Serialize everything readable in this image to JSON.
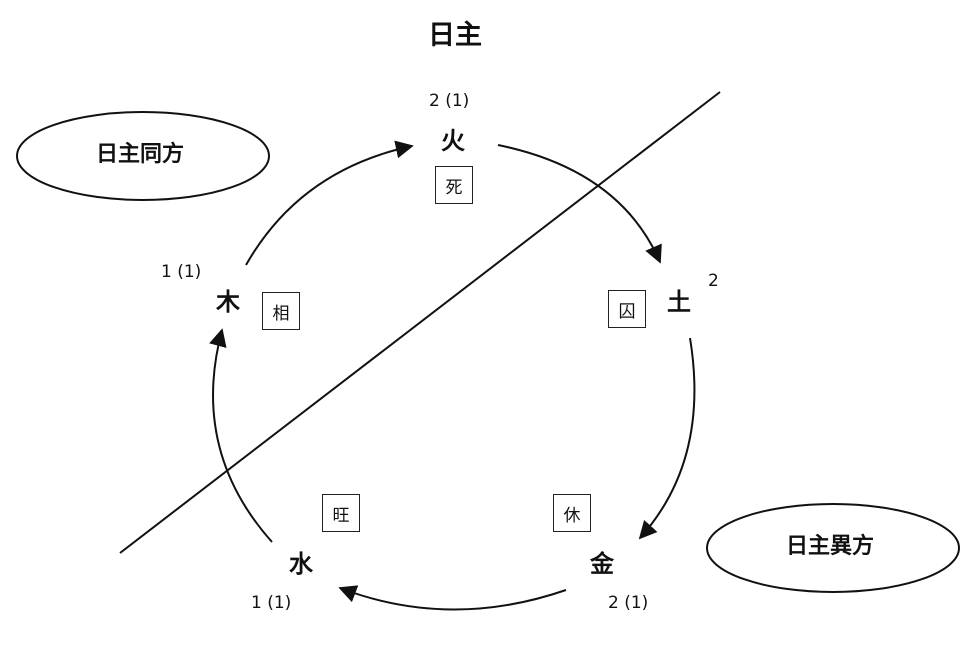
{
  "title": "日主",
  "groups": {
    "same": "日主同方",
    "different": "日主異方"
  },
  "elements": {
    "fire": {
      "name": "火",
      "count": "2 (1)",
      "state": "死"
    },
    "earth": {
      "name": "土",
      "count": "2",
      "state": "囚"
    },
    "metal": {
      "name": "金",
      "count": "2 (1)",
      "state": "休"
    },
    "water": {
      "name": "水",
      "count": "1 (1)",
      "state": "旺"
    },
    "wood": {
      "name": "木",
      "count": "1 (1)",
      "state": "相"
    }
  },
  "colors": {
    "ink": "#111111",
    "background": "#ffffff"
  }
}
